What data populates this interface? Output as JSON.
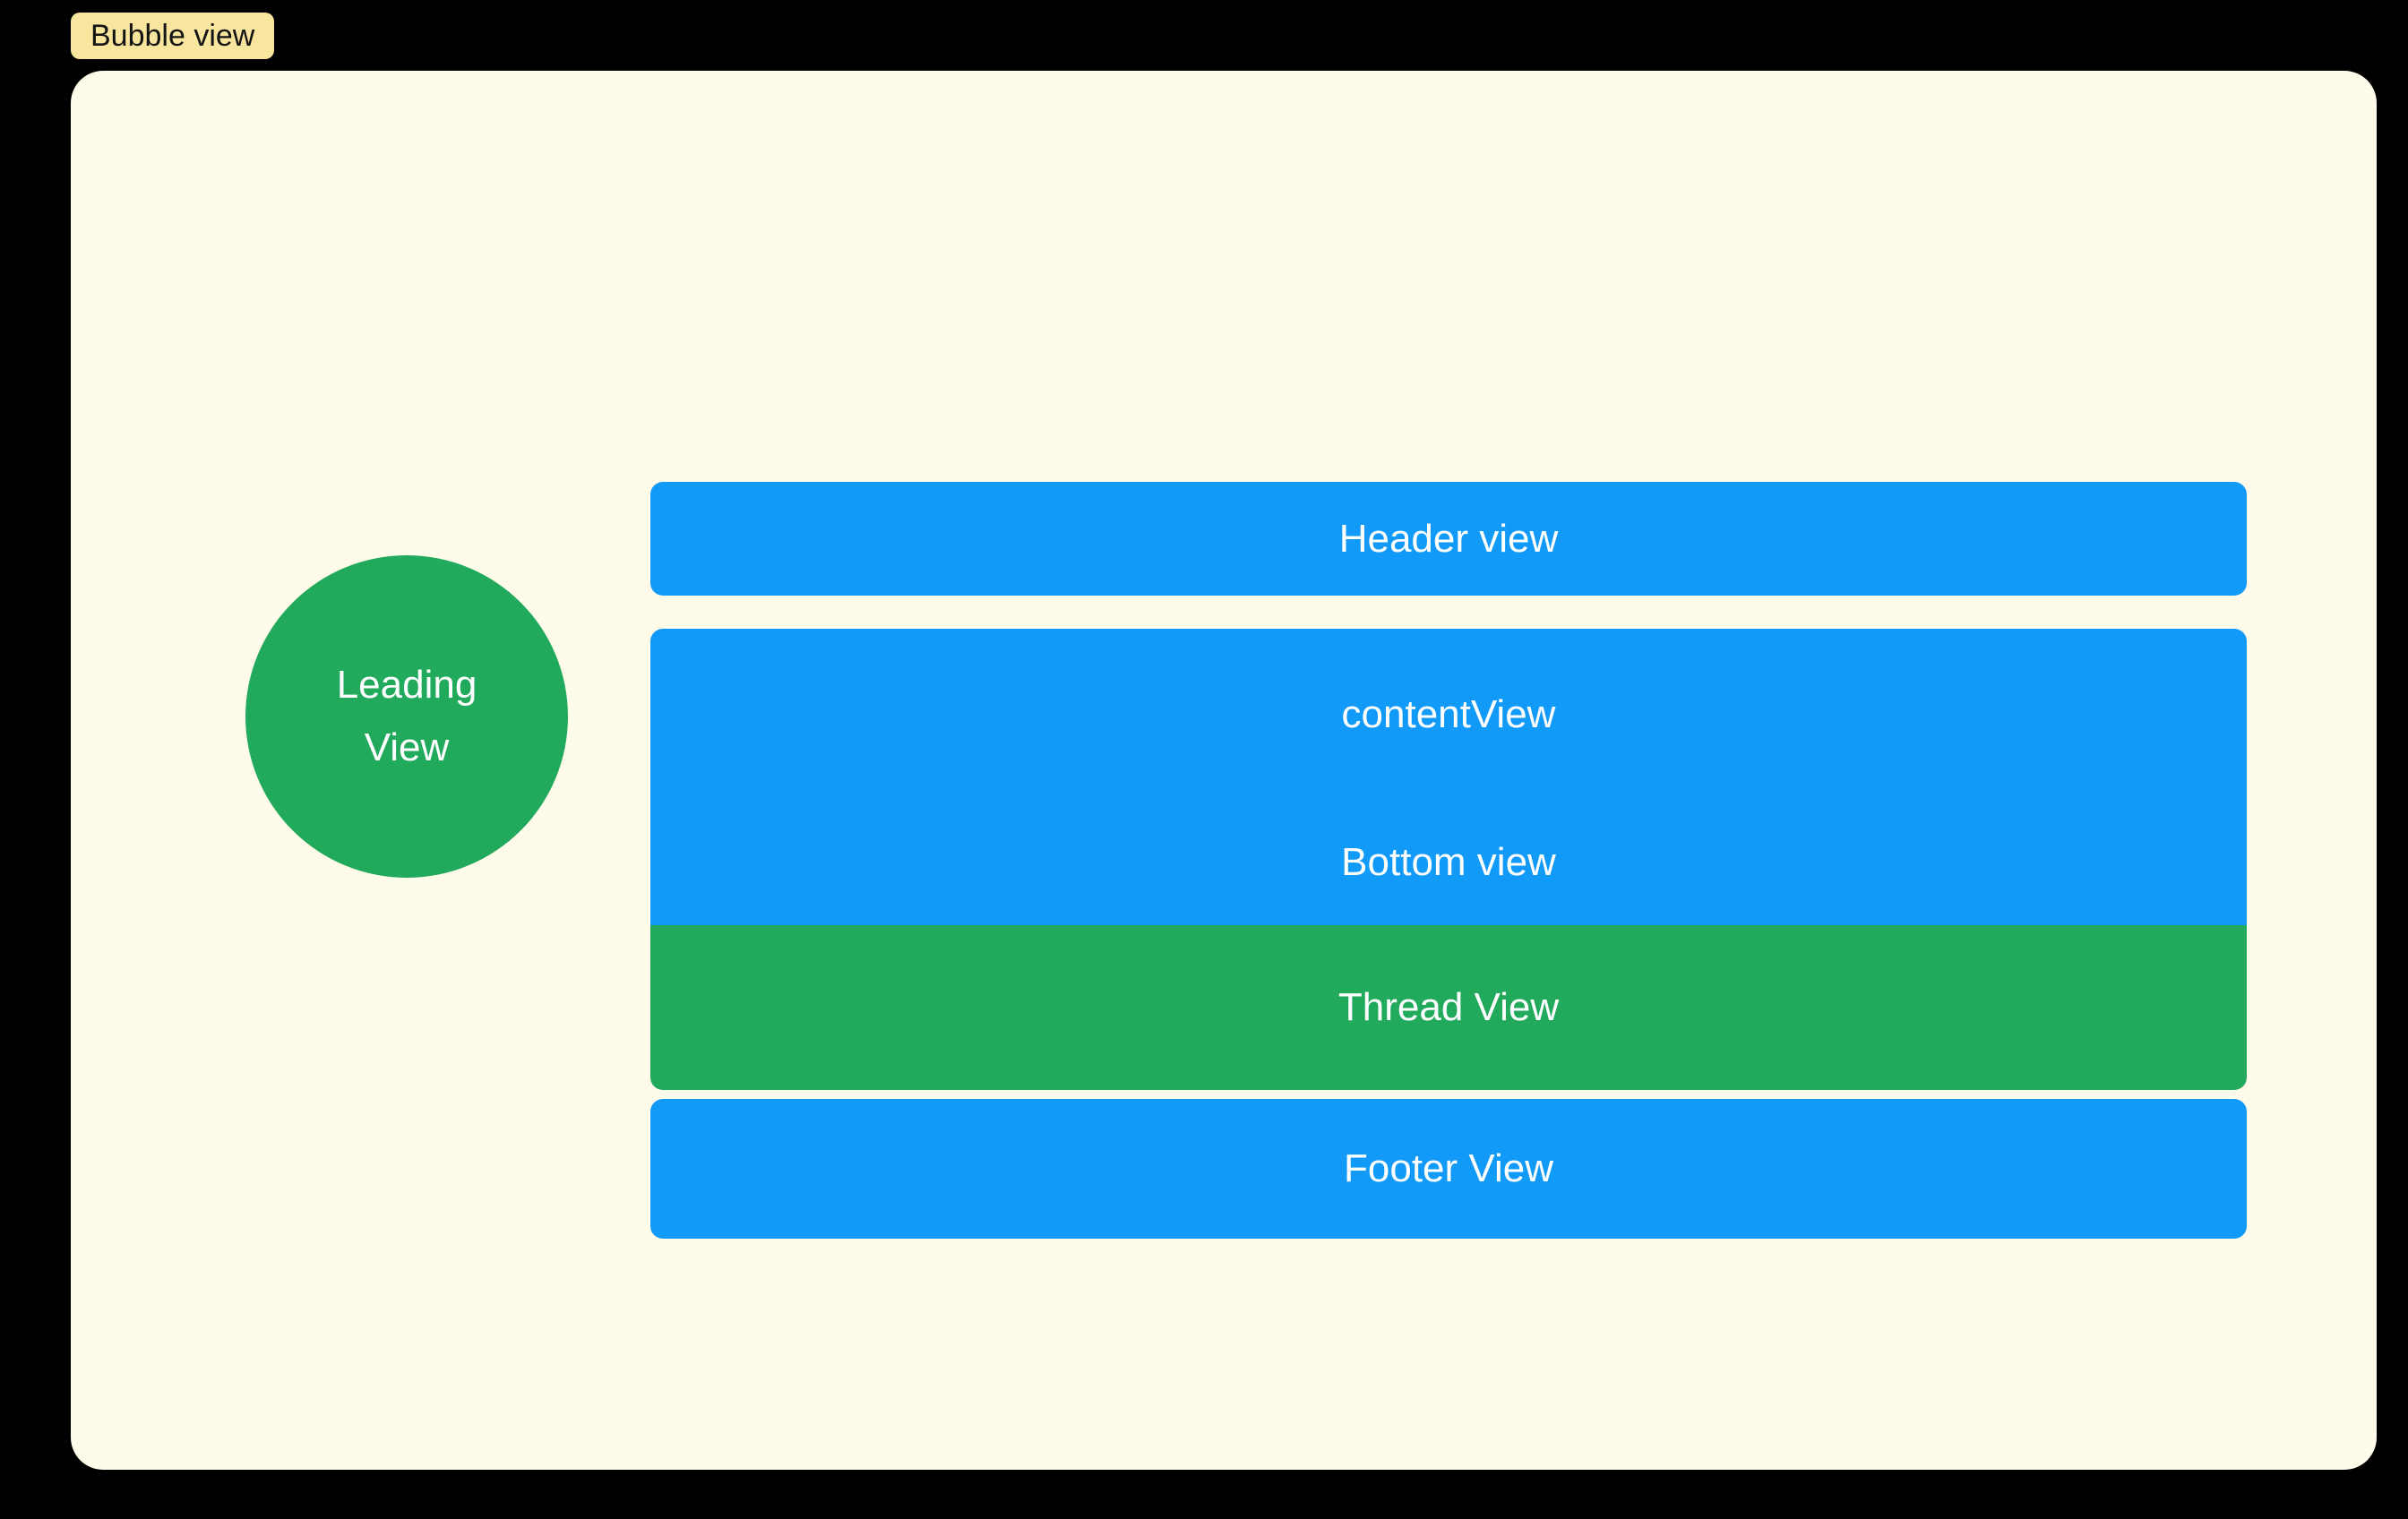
{
  "badge": {
    "label": "Bubble view"
  },
  "leading": {
    "label": "Leading View"
  },
  "bars": {
    "header": "Header view",
    "content": "contentView",
    "bottom": "Bottom view",
    "thread": "Thread View",
    "footer": "Footer View"
  },
  "colors": {
    "background": "#000000",
    "panel": "#FFFBEB",
    "badge_bg": "#F8E59E",
    "badge_text": "#141414",
    "blue": "#129AF8",
    "green": "#21A95C",
    "bar_text": "#FFFFFF"
  }
}
